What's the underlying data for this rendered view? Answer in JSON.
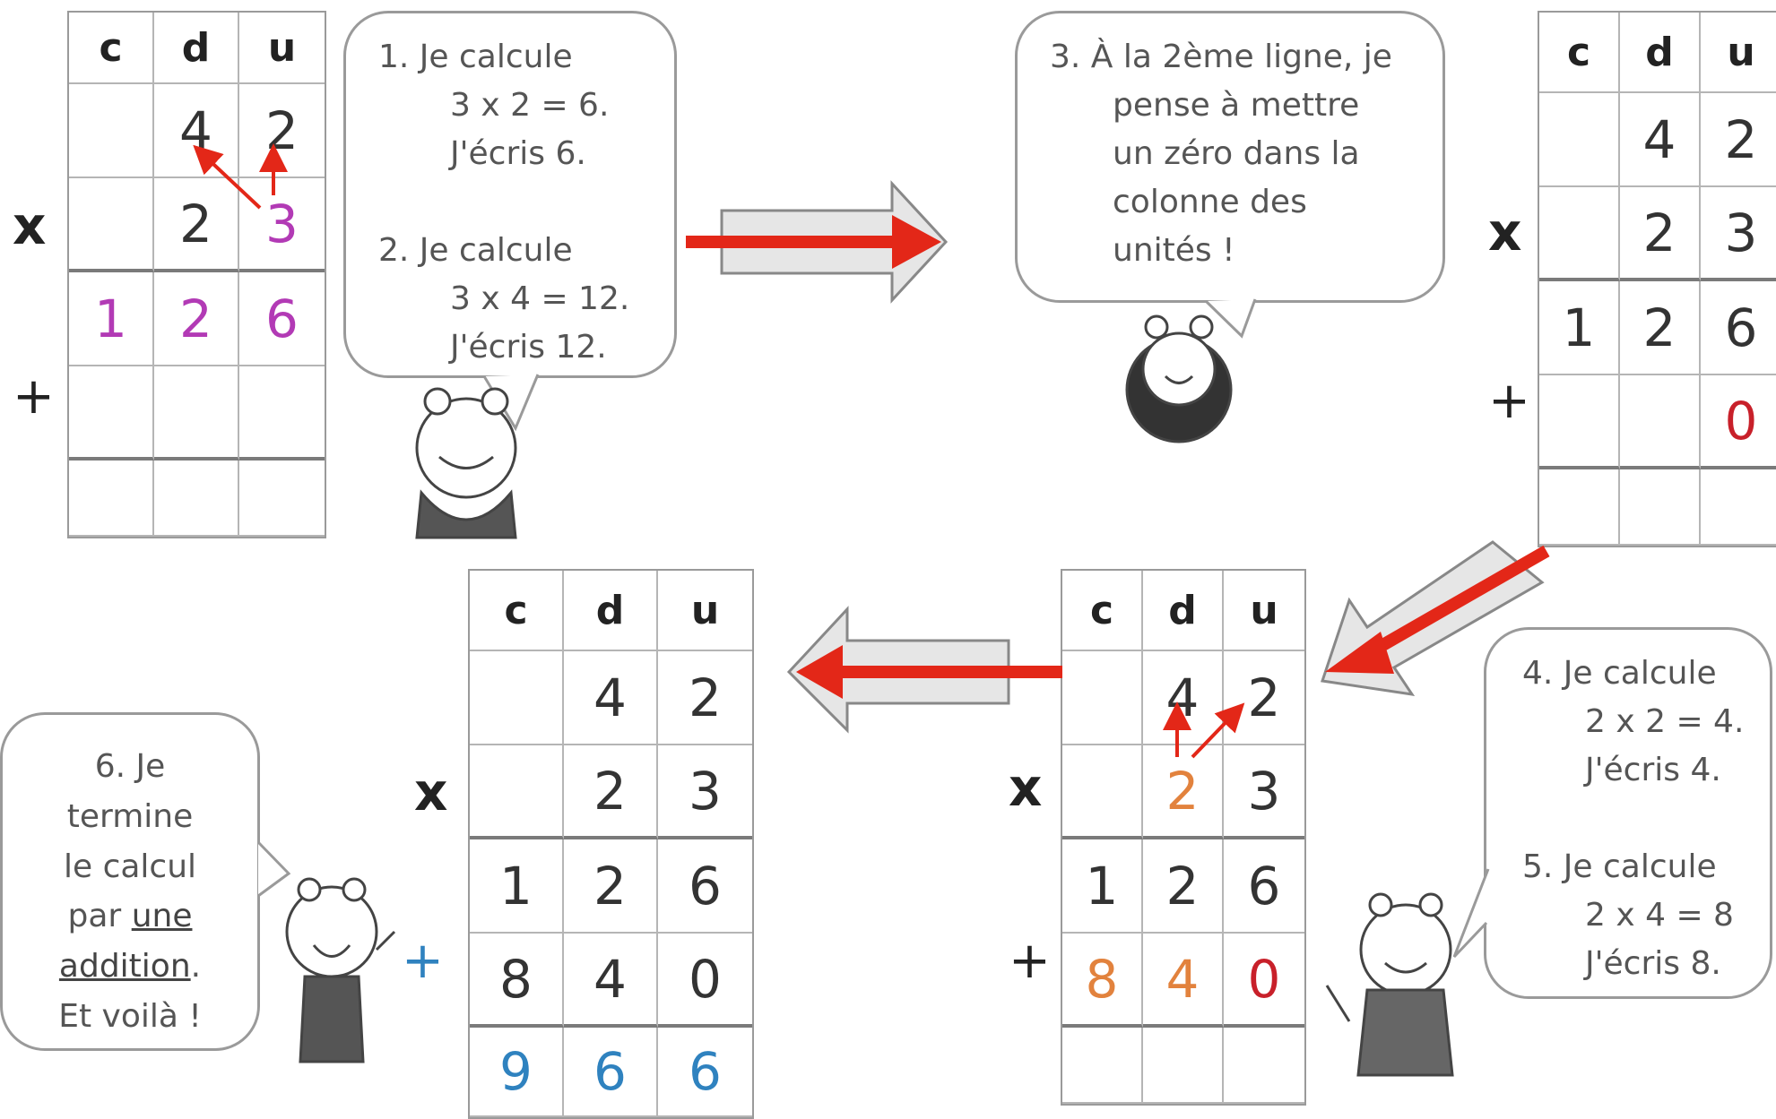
{
  "colors": {
    "magenta": "#b23ab5",
    "orange": "#e2823d",
    "red": "#c8202a",
    "blue": "#2f82bf",
    "arrow": "#e32718",
    "text": "#333333"
  },
  "headers": [
    "c",
    "d",
    "u"
  ],
  "symbols": {
    "times": "x",
    "plus": "+"
  },
  "tables": [
    {
      "rows": [
        [
          "",
          "4",
          "2"
        ],
        [
          "",
          "2",
          "3"
        ],
        [
          "1",
          "2",
          "6"
        ],
        [
          "",
          "",
          ""
        ],
        [
          "",
          "",
          ""
        ]
      ],
      "highlights": {
        "1.2": "magenta",
        "2.0": "magenta",
        "2.1": "magenta",
        "2.2": "magenta"
      }
    },
    {
      "rows": [
        [
          "",
          "4",
          "2"
        ],
        [
          "",
          "2",
          "3"
        ],
        [
          "1",
          "2",
          "6"
        ],
        [
          "",
          "",
          "0"
        ],
        [
          "",
          "",
          ""
        ]
      ],
      "highlights": {
        "3.2": "red"
      }
    },
    {
      "rows": [
        [
          "",
          "4",
          "2"
        ],
        [
          "",
          "2",
          "3"
        ],
        [
          "1",
          "2",
          "6"
        ],
        [
          "8",
          "4",
          "0"
        ],
        [
          "",
          "",
          ""
        ]
      ],
      "highlights": {
        "1.1": "orange",
        "3.0": "orange",
        "3.1": "orange",
        "3.2": "red"
      }
    },
    {
      "rows": [
        [
          "",
          "4",
          "2"
        ],
        [
          "",
          "2",
          "3"
        ],
        [
          "1",
          "2",
          "6"
        ],
        [
          "8",
          "4",
          "0"
        ],
        [
          "9",
          "6",
          "6"
        ]
      ],
      "highlights": {
        "4.0": "blue",
        "4.1": "blue",
        "4.2": "blue"
      }
    }
  ],
  "bubbles": {
    "b1": {
      "l1": "1. Je calcule",
      "l2": "3 x 2 = 6.",
      "l3": "J'écris 6.",
      "l4": "2. Je calcule",
      "l5": "3 x 4 = 12.",
      "l6": "J'écris 12."
    },
    "b2": {
      "l1": "3. À la 2ème ligne, je",
      "l2": "pense à mettre",
      "l3": "un zéro dans la",
      "l4": "colonne des",
      "l5": "unités !"
    },
    "b3": {
      "l1": "4. Je calcule",
      "l2": "2 x 2 = 4.",
      "l3": "J'écris 4.",
      "l4": "5. Je calcule",
      "l5": "2 x 4 = 8",
      "l6": "J'écris 8."
    },
    "b4": {
      "l1": "6. Je",
      "l2": "termine",
      "l3": "le calcul",
      "l4a": "par",
      "l4b": "une",
      "l5a": "addition",
      "l5b": ".",
      "l6": "Et voilà !"
    }
  }
}
